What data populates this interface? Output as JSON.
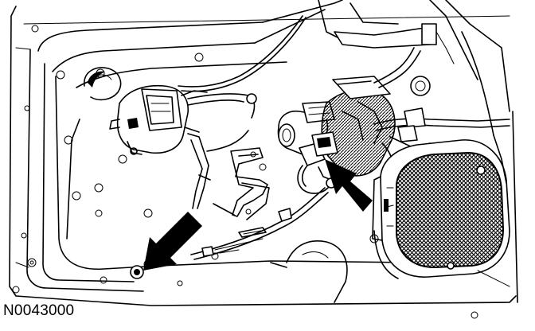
{
  "figure": {
    "code": "N0043000",
    "subject": "door-trim-removed-window-regulator-view",
    "arrows": [
      {
        "name": "arrow-lower-left-fastener",
        "points_to": "lower-left-door-fastener"
      },
      {
        "name": "arrow-motor-connector",
        "points_to": "window-regulator-motor-connector"
      }
    ]
  }
}
